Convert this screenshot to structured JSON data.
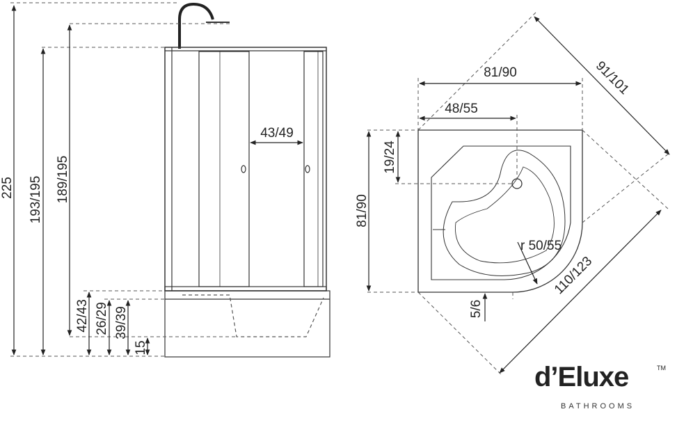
{
  "front_view": {
    "height_total": "225",
    "height_cabin": "193/195",
    "height_panel": "189/195",
    "door_opening": "43/49",
    "tray_height_1": "42/43",
    "tray_height_2": "26/29",
    "tray_height_3": "39/39",
    "tray_base": "15"
  },
  "top_view": {
    "width": "81/90",
    "depth": "81/90",
    "diagonal": "91/101",
    "diagonal_full": "110/123",
    "drain_x": "48/55",
    "drain_y": "19/24",
    "radius": "r 50/55",
    "step": "5/6"
  },
  "brand": {
    "name": "d’Eluxe",
    "tm": "TM",
    "subtitle": "BATHROOMS"
  },
  "colors": {
    "line": "#333333",
    "dash": "#555555"
  }
}
